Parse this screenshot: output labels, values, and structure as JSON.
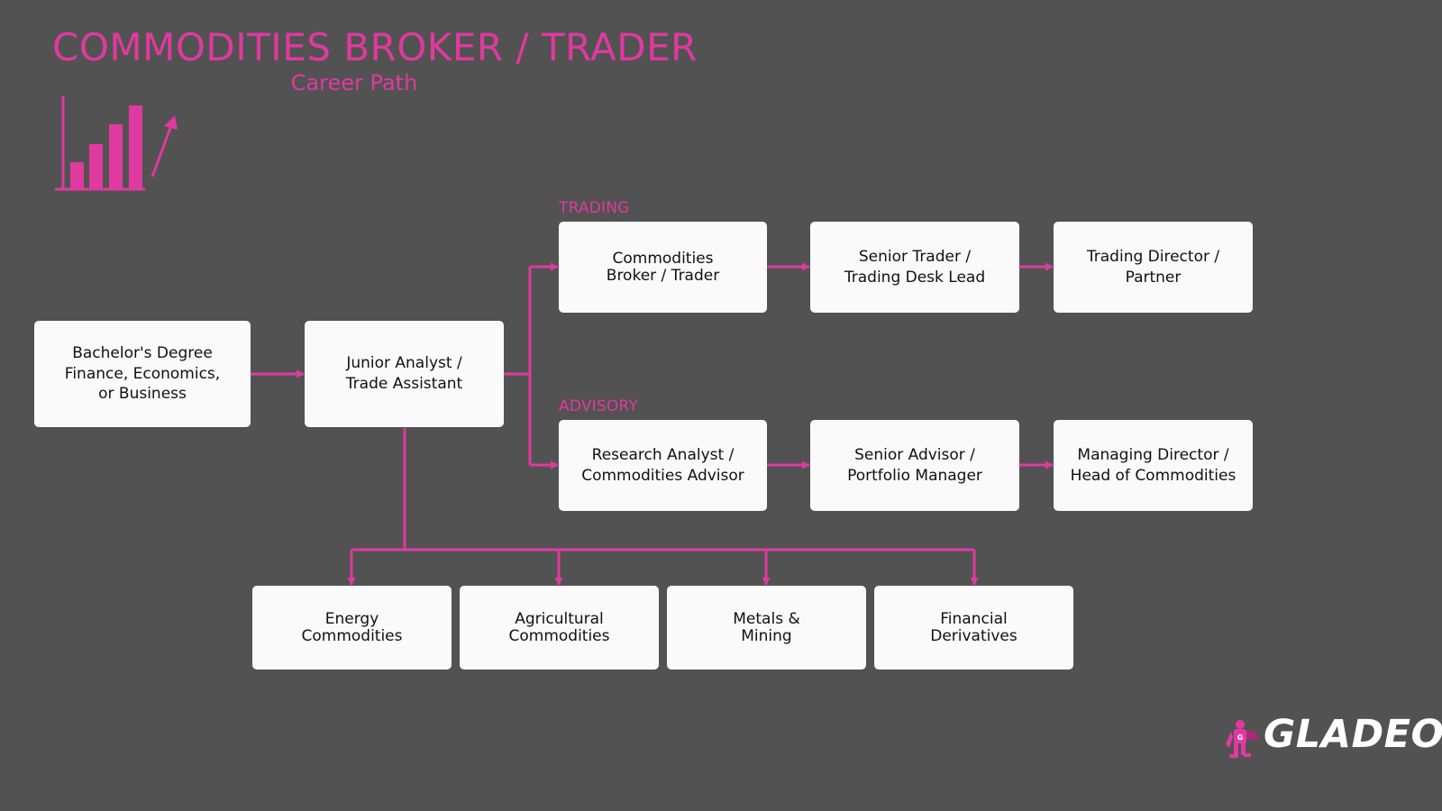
{
  "header": {
    "title": "COMMODITIES BROKER / TRADER",
    "subtitle": "Career Path",
    "icon": "growth-bar-chart-icon"
  },
  "sections": {
    "trading": "TRADING",
    "advisory": "ADVISORY"
  },
  "nodes": {
    "degree": [
      "Bachelor's Degree",
      "Finance, Economics,",
      "or Business"
    ],
    "junior": [
      "Junior Analyst /",
      "Trade Assistant"
    ],
    "broker": [
      "Commodities",
      "Broker / Trader"
    ],
    "senior_trader": [
      "Senior Trader /",
      "Trading Desk Lead"
    ],
    "trading_director": [
      "Trading Director /",
      "Partner"
    ],
    "research_analyst": [
      "Research Analyst /",
      "Commodities Advisor"
    ],
    "senior_advisor": [
      "Senior Advisor /",
      "Portfolio Manager"
    ],
    "managing_director": [
      "Managing Director /",
      "Head of Commodities"
    ],
    "energy": [
      "Energy",
      "Commodities"
    ],
    "agricultural": [
      "Agricultural",
      "Commodities"
    ],
    "metals": [
      "Metals &",
      "Mining"
    ],
    "financial": [
      "Financial",
      "Derivatives"
    ]
  },
  "logo": {
    "text": "GLADEO",
    "mark_letter": "G",
    "mark": "caped-hero-icon"
  },
  "colors": {
    "background": "#525252",
    "accent": "#e0399f",
    "box": "#fafafa",
    "box_text": "#111111"
  }
}
